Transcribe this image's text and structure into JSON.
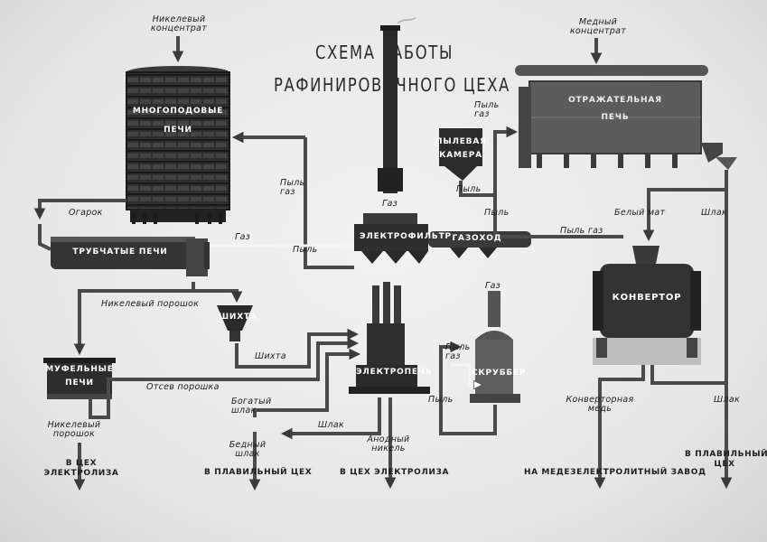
{
  "title": {
    "line1": "СХЕМА РАБОТЫ",
    "line2": "РАФИНИРОВОЧНОГО ЦЕХА"
  },
  "equipment": {
    "multi_hearth": {
      "line1": "МНОГОПОДОВЫЕ",
      "line2": "ПЕЧИ"
    },
    "tube_furnaces": "ТРУБЧАТЫЕ ПЕЧИ",
    "muffle": {
      "line1": "МУФЕЛЬНЫЕ",
      "line2": "ПЕЧИ"
    },
    "charge_hopper": "ШИХТА",
    "electrofilter": "ЭЛЕКТРОФИЛЬТР",
    "gas_duct": "ГАЗОХОД",
    "dust_chamber": {
      "line1": "ПЫЛЕВАЯ",
      "line2": "КАМЕРА"
    },
    "reverb": {
      "line1": "ОТРАЖАТЕЛЬНАЯ",
      "line2": "ПЕЧЬ"
    },
    "converter": "КОНВЕРТОР",
    "electric_furnace": "ЭЛЕКТРОПЕЧЬ",
    "scrubber": "СКРУББЕР"
  },
  "flows": {
    "nickel_concentrate": {
      "line1": "Никелевый",
      "line2": "концентрат"
    },
    "copper_concentrate": {
      "line1": "Медный",
      "line2": "концентрат"
    },
    "calcine": "Огарок",
    "gas_tube": "Газ",
    "gas_ef": "Газ",
    "gas_scrubber": "Газ",
    "dust_gas_1": {
      "line1": "Пыль",
      "line2": "газ"
    },
    "dust_gas_2": {
      "line1": "Пыль",
      "line2": "газ"
    },
    "dust_gas_3": "Пыль газ",
    "dust_gas_4": {
      "line1": "Пыль",
      "line2": "газ"
    },
    "dust_1": "Пыль",
    "dust_2": "Пыль",
    "dust_3": "Пыль",
    "dust_4": "Пыль",
    "nickel_powder": "Никелевый порошок",
    "charge": "Шихта",
    "powder_screenings": "Отсев порошка",
    "rich_slag": {
      "line1": "Богатый",
      "line2": "шлак"
    },
    "slag_1": "Шлак",
    "slag_2": "Шлак",
    "slag_3": "Шлак",
    "white_matte": "Белый мат",
    "converter_copper": {
      "line1": "Конверторная",
      "line2": "медь"
    },
    "nickel_powder_out": {
      "line1": "Никелевый",
      "line2": "порошок"
    },
    "lean_slag": {
      "line1": "Бедный",
      "line2": "шлак"
    },
    "anode_nickel": {
      "line1": "Анодный",
      "line2": "никель"
    }
  },
  "destinations": {
    "electrolysis_1": {
      "line1": "В ЦЕХ",
      "line2": "ЭЛЕКТРОЛИЗА"
    },
    "smelting_1": "В ПЛАВИЛЬНЫЙ ЦЕХ",
    "electrolysis_2": "В ЦЕХ ЭЛЕКТРОЛИЗА",
    "copper_plant": "НА МЕДЕЗЕЛЕКТРОЛИТНЫЙ ЗАВОД",
    "smelting_2": {
      "line1": "В ПЛАВИЛЬНЫЙ",
      "line2": "ЦЕХ"
    }
  },
  "colors": {
    "pipe": "#4a4a4a",
    "equipment": "#2b2b2b",
    "background": "#e9e9e9"
  }
}
